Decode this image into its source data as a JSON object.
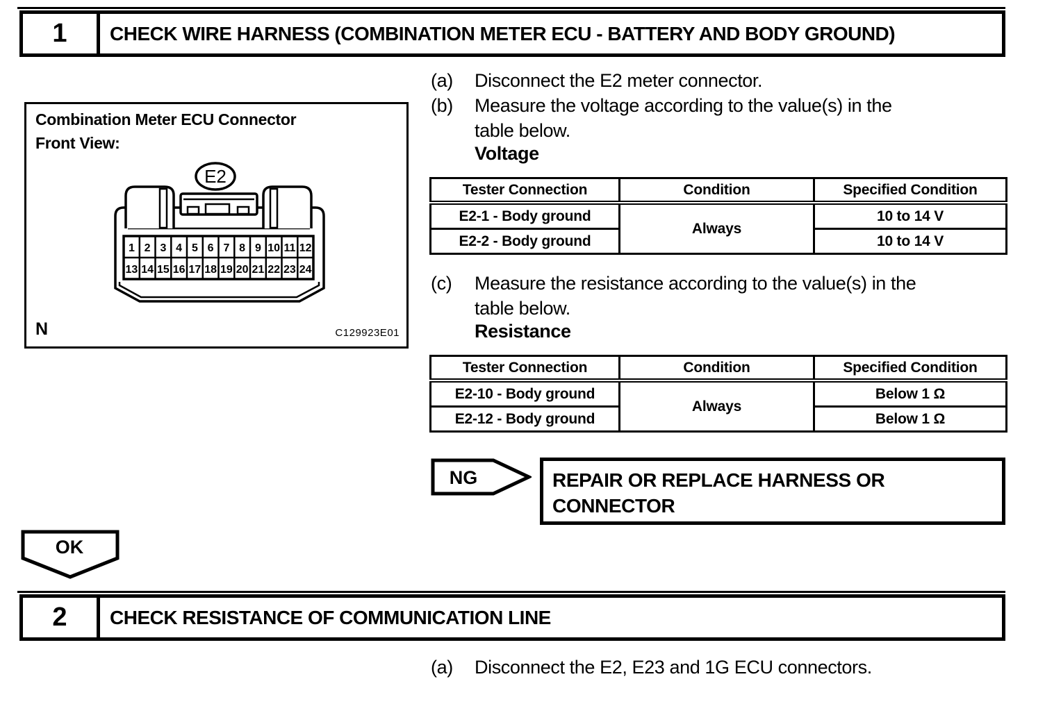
{
  "step1": {
    "number": "1",
    "title": "CHECK WIRE HARNESS (COMBINATION METER ECU - BATTERY AND BODY GROUND)"
  },
  "diagram": {
    "title_line1": "Combination Meter ECU Connector",
    "title_line2": "Front View:",
    "connector_label": "E2",
    "pins_row1": [
      "1",
      "2",
      "3",
      "4",
      "5",
      "6",
      "7",
      "8",
      "9",
      "10",
      "11",
      "12"
    ],
    "pins_row2": [
      "13",
      "14",
      "15",
      "16",
      "17",
      "18",
      "19",
      "20",
      "21",
      "22",
      "23",
      "24"
    ],
    "corner_label": "N",
    "figure_code": "C129923E01"
  },
  "step1_instructions": {
    "a_label": "(a)",
    "a_text": "Disconnect the E2 meter connector.",
    "b_label": "(b)",
    "b_line1": "Measure the voltage according to the value(s) in the",
    "b_line2": "table below.",
    "voltage_heading": "Voltage",
    "c_label": "(c)",
    "c_line1": "Measure the resistance according to the value(s) in the",
    "c_line2": "table below.",
    "resistance_heading": "Resistance"
  },
  "voltage_table": {
    "headers": [
      "Tester Connection",
      "Condition",
      "Specified Condition"
    ],
    "condition_value": "Always",
    "rows": [
      {
        "tester": "E2-1 - Body ground",
        "specified": "10 to 14 V"
      },
      {
        "tester": "E2-2 - Body ground",
        "specified": "10 to 14 V"
      }
    ]
  },
  "resistance_table": {
    "headers": [
      "Tester Connection",
      "Condition",
      "Specified Condition"
    ],
    "condition_value": "Always",
    "rows": [
      {
        "tester": "E2-10 - Body ground",
        "specified": "Below 1 Ω"
      },
      {
        "tester": "E2-12 - Body ground",
        "specified": "Below 1 Ω"
      }
    ]
  },
  "ng_flow": {
    "label": "NG",
    "action_line1": "REPAIR OR REPLACE HARNESS OR",
    "action_line2": "CONNECTOR"
  },
  "ok_flow": {
    "label": "OK"
  },
  "step2": {
    "number": "2",
    "title": "CHECK RESISTANCE OF COMMUNICATION LINE"
  },
  "step2_instructions": {
    "a_label": "(a)",
    "a_text": "Disconnect the E2, E23 and 1G ECU connectors."
  }
}
